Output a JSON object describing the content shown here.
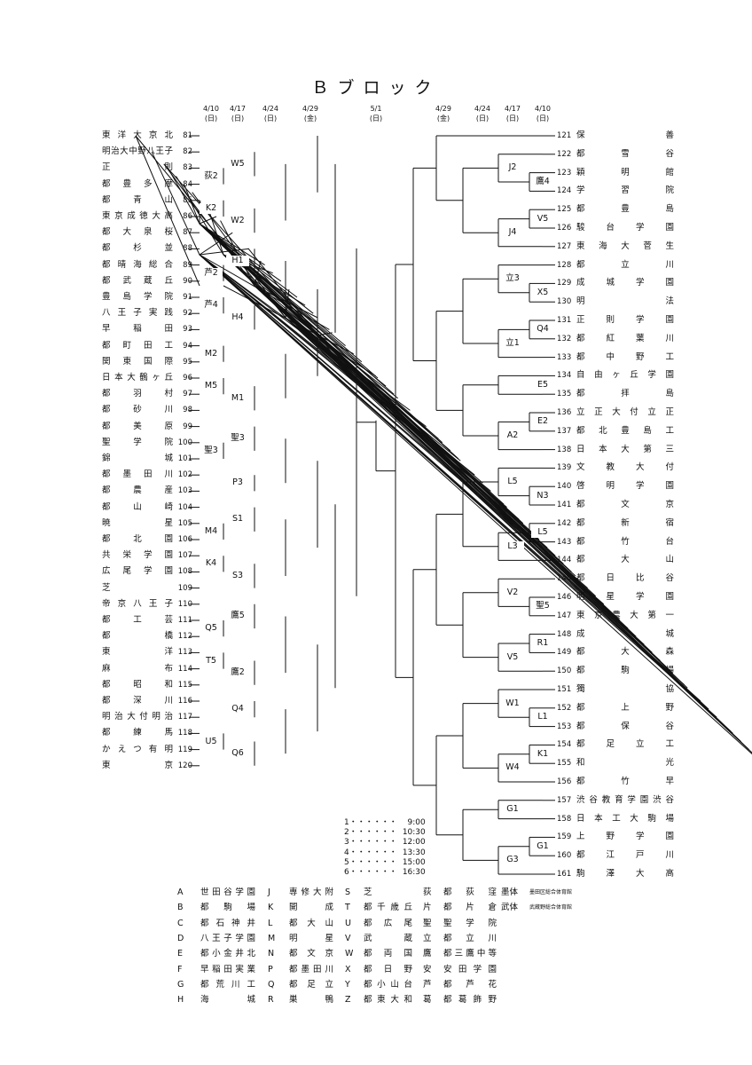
{
  "title": "Ｂブロック",
  "dates_left": [
    {
      "date": "4/10",
      "day": "(日)"
    },
    {
      "date": "4/17",
      "day": "(日)"
    },
    {
      "date": "4/24",
      "day": "(日)"
    },
    {
      "date": "4/29",
      "day": "(金)"
    },
    {
      "date": "5/1",
      "day": "(日)"
    }
  ],
  "dates_right": [
    {
      "date": "4/29",
      "day": "(金)"
    },
    {
      "date": "4/24",
      "day": "(日)"
    },
    {
      "date": "4/17",
      "day": "(日)"
    },
    {
      "date": "4/10",
      "day": "(日)"
    }
  ],
  "teams_left": [
    {
      "num": "81",
      "name": "東洋大京北"
    },
    {
      "num": "82",
      "name": "明治大中野八王子"
    },
    {
      "num": "83",
      "name": "正則"
    },
    {
      "num": "84",
      "name": "都豊多摩"
    },
    {
      "num": "85",
      "name": "都青山"
    },
    {
      "num": "86",
      "name": "東京成徳大高"
    },
    {
      "num": "87",
      "name": "都大泉桜"
    },
    {
      "num": "88",
      "name": "都杉並"
    },
    {
      "num": "89",
      "name": "都晴海総合"
    },
    {
      "num": "90",
      "name": "都武蔵丘"
    },
    {
      "num": "91",
      "name": "豊島学院"
    },
    {
      "num": "92",
      "name": "八王子実践"
    },
    {
      "num": "93",
      "name": "早稲田"
    },
    {
      "num": "94",
      "name": "都町田工"
    },
    {
      "num": "95",
      "name": "関東国際"
    },
    {
      "num": "96",
      "name": "日本大鶴ヶ丘"
    },
    {
      "num": "97",
      "name": "都羽村"
    },
    {
      "num": "98",
      "name": "都砂川"
    },
    {
      "num": "99",
      "name": "都美原"
    },
    {
      "num": "100",
      "name": "聖学院"
    },
    {
      "num": "101",
      "name": "錦城"
    },
    {
      "num": "102",
      "name": "都墨田川"
    },
    {
      "num": "103",
      "name": "都農産"
    },
    {
      "num": "104",
      "name": "都山崎"
    },
    {
      "num": "105",
      "name": "暁星"
    },
    {
      "num": "106",
      "name": "都北園"
    },
    {
      "num": "107",
      "name": "共栄学園"
    },
    {
      "num": "108",
      "name": "広尾学園"
    },
    {
      "num": "109",
      "name": "芝"
    },
    {
      "num": "110",
      "name": "帝京八王子"
    },
    {
      "num": "111",
      "name": "都工芸"
    },
    {
      "num": "112",
      "name": "都橋"
    },
    {
      "num": "113",
      "name": "東洋"
    },
    {
      "num": "114",
      "name": "麻布"
    },
    {
      "num": "115",
      "name": "都昭和"
    },
    {
      "num": "116",
      "name": "都深川"
    },
    {
      "num": "117",
      "name": "明治大付明治"
    },
    {
      "num": "118",
      "name": "都練馬"
    },
    {
      "num": "119",
      "name": "かえつ有明"
    },
    {
      "num": "120",
      "name": "東京"
    }
  ],
  "teams_right": [
    {
      "num": "121",
      "name": "保善"
    },
    {
      "num": "122",
      "name": "都雪谷"
    },
    {
      "num": "123",
      "name": "穎明館"
    },
    {
      "num": "124",
      "name": "学習院"
    },
    {
      "num": "125",
      "name": "都豊島"
    },
    {
      "num": "126",
      "name": "駿台学園"
    },
    {
      "num": "127",
      "name": "東海大菅生"
    },
    {
      "num": "128",
      "name": "都立川"
    },
    {
      "num": "129",
      "name": "成城学園"
    },
    {
      "num": "130",
      "name": "明法"
    },
    {
      "num": "131",
      "name": "正則学園"
    },
    {
      "num": "132",
      "name": "都紅葉川"
    },
    {
      "num": "133",
      "name": "都中野工"
    },
    {
      "num": "134",
      "name": "自由ヶ丘学園"
    },
    {
      "num": "135",
      "name": "都拝島"
    },
    {
      "num": "136",
      "name": "立正大付立正"
    },
    {
      "num": "137",
      "name": "都北豊島工"
    },
    {
      "num": "138",
      "name": "日本大第三"
    },
    {
      "num": "139",
      "name": "文教大付"
    },
    {
      "num": "140",
      "name": "啓明学園"
    },
    {
      "num": "141",
      "name": "都文京"
    },
    {
      "num": "142",
      "name": "都新宿"
    },
    {
      "num": "143",
      "name": "都竹台"
    },
    {
      "num": "144",
      "name": "都大山"
    },
    {
      "num": "145",
      "name": "都日比谷"
    },
    {
      "num": "146",
      "name": "明星学園"
    },
    {
      "num": "147",
      "name": "東京農大第一"
    },
    {
      "num": "148",
      "name": "成城"
    },
    {
      "num": "149",
      "name": "都大森"
    },
    {
      "num": "150",
      "name": "都駒場"
    },
    {
      "num": "151",
      "name": "獨協"
    },
    {
      "num": "152",
      "name": "都上野"
    },
    {
      "num": "153",
      "name": "都保谷"
    },
    {
      "num": "154",
      "name": "都足立工"
    },
    {
      "num": "155",
      "name": "和光"
    },
    {
      "num": "156",
      "name": "都竹早"
    },
    {
      "num": "157",
      "name": "渋谷教育学園渋谷"
    },
    {
      "num": "158",
      "name": "日本工大駒場"
    },
    {
      "num": "159",
      "name": "上野学園"
    },
    {
      "num": "160",
      "name": "都江戸川"
    },
    {
      "num": "161",
      "name": "駒澤大高"
    }
  ],
  "match_labels_left": [
    "W5",
    "荻2",
    "K2",
    "W2",
    "H1",
    "芦2",
    "芦4",
    "H4",
    "M2",
    "M5",
    "M1",
    "聖3",
    "聖3",
    "P3",
    "S1",
    "M4",
    "K4",
    "S3",
    "鷹5",
    "Q5",
    "T5",
    "鷹2",
    "Q4",
    "U5",
    "Q6"
  ],
  "match_labels_right": [
    "J2",
    "鷹4",
    "V5",
    "J4",
    "立3",
    "X5",
    "Q4",
    "立1",
    "E5",
    "E2",
    "A2",
    "L5",
    "N3",
    "L5",
    "L3",
    "V2",
    "聖5",
    "R1",
    "V5",
    "W1",
    "L1",
    "K1",
    "W4",
    "G1",
    "G1",
    "G3"
  ],
  "time_slots": [
    {
      "slot": "1",
      "time": "9:00"
    },
    {
      "slot": "2",
      "time": "10:30"
    },
    {
      "slot": "3",
      "time": "12:00"
    },
    {
      "slot": "4",
      "time": "13:30"
    },
    {
      "slot": "5",
      "time": "15:00"
    },
    {
      "slot": "6",
      "time": "16:30"
    }
  ],
  "legend": [
    {
      "k1": "A",
      "v1": "世田谷学園",
      "k2": "J",
      "v2": "専修大附",
      "k3": "S",
      "v3": "芝",
      "k4": "荻",
      "v4": "都荻窪"
    },
    {
      "k1": "B",
      "v1": "都駒場",
      "k2": "K",
      "v2": "開成",
      "k3": "T",
      "v3": "都千歳丘",
      "k4": "片",
      "v4": "都片倉"
    },
    {
      "k1": "C",
      "v1": "都石神井",
      "k2": "L",
      "v2": "都大山",
      "k3": "U",
      "v3": "都広尾",
      "k4": "聖",
      "v4": "聖学院"
    },
    {
      "k1": "D",
      "v1": "八王子学園",
      "k2": "M",
      "v2": "明星",
      "k3": "V",
      "v3": "武蔵",
      "k4": "立",
      "v4": "都立川"
    },
    {
      "k1": "E",
      "v1": "都小金井北",
      "k2": "N",
      "v2": "都文京",
      "k3": "W",
      "v3": "都両国",
      "k4": "鷹",
      "v4": "都三鷹中等"
    },
    {
      "k1": "F",
      "v1": "早稲田実業",
      "k2": "P",
      "v2": "都墨田川",
      "k3": "X",
      "v3": "都日野",
      "k4": "安",
      "v4": "安田学園"
    },
    {
      "k1": "G",
      "v1": "都荒川工",
      "k2": "Q",
      "v2": "都足立",
      "k3": "Y",
      "v3": "都小山台",
      "k4": "芦",
      "v4": "都芦花"
    },
    {
      "k1": "H",
      "v1": "海城",
      "k2": "R",
      "v2": "巣鴨",
      "k3": "Z",
      "v3": "都東大和",
      "k4": "葛",
      "v4": "都葛飾野"
    }
  ],
  "venues": [
    {
      "key": "墨体",
      "name": "墨田区総合体育館"
    },
    {
      "key": "武体",
      "name": "武蔵野総合体育館"
    }
  ]
}
